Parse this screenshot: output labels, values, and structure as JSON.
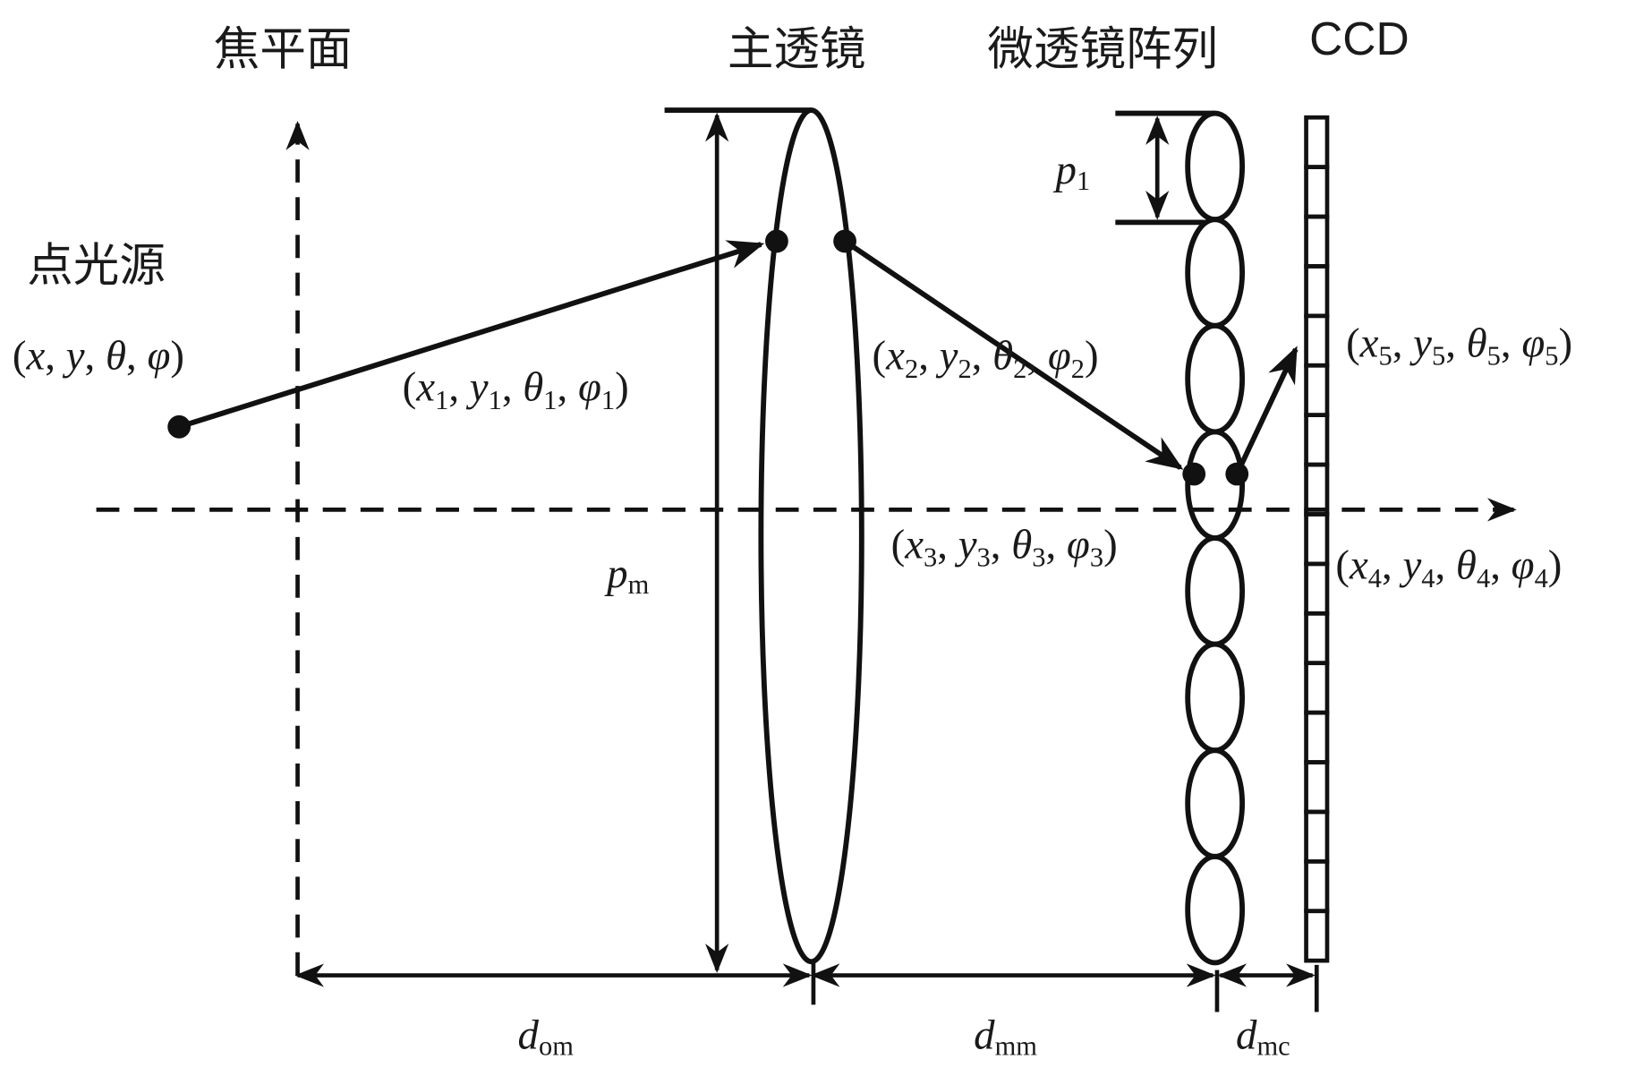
{
  "titles": {
    "focal_plane": "焦平面",
    "main_lens": "主透镜",
    "microlens_array": "微透镜阵列",
    "ccd": "CCD",
    "point_source": "点光源"
  },
  "coords": [
    {
      "id": "source",
      "vars": [
        "x",
        "y",
        "θ",
        "φ"
      ],
      "sub": ""
    },
    {
      "id": "p1",
      "vars": [
        "x",
        "y",
        "θ",
        "φ"
      ],
      "sub": "1"
    },
    {
      "id": "p2",
      "vars": [
        "x",
        "y",
        "θ",
        "φ"
      ],
      "sub": "2"
    },
    {
      "id": "p3",
      "vars": [
        "x",
        "y",
        "θ",
        "φ"
      ],
      "sub": "3"
    },
    {
      "id": "p4",
      "vars": [
        "x",
        "y",
        "θ",
        "φ"
      ],
      "sub": "4"
    },
    {
      "id": "p5",
      "vars": [
        "x",
        "y",
        "θ",
        "φ"
      ],
      "sub": "5"
    }
  ],
  "dims": {
    "pm": {
      "base": "p",
      "sub": "m"
    },
    "p1": {
      "base": "p",
      "sub": "1"
    },
    "dom": {
      "base": "d",
      "sub": "om"
    },
    "dmm": {
      "base": "d",
      "sub": "mm"
    },
    "dmc": {
      "base": "d",
      "sub": "mc"
    }
  },
  "microlens_count": 8,
  "ccd_pixel_count": 17
}
